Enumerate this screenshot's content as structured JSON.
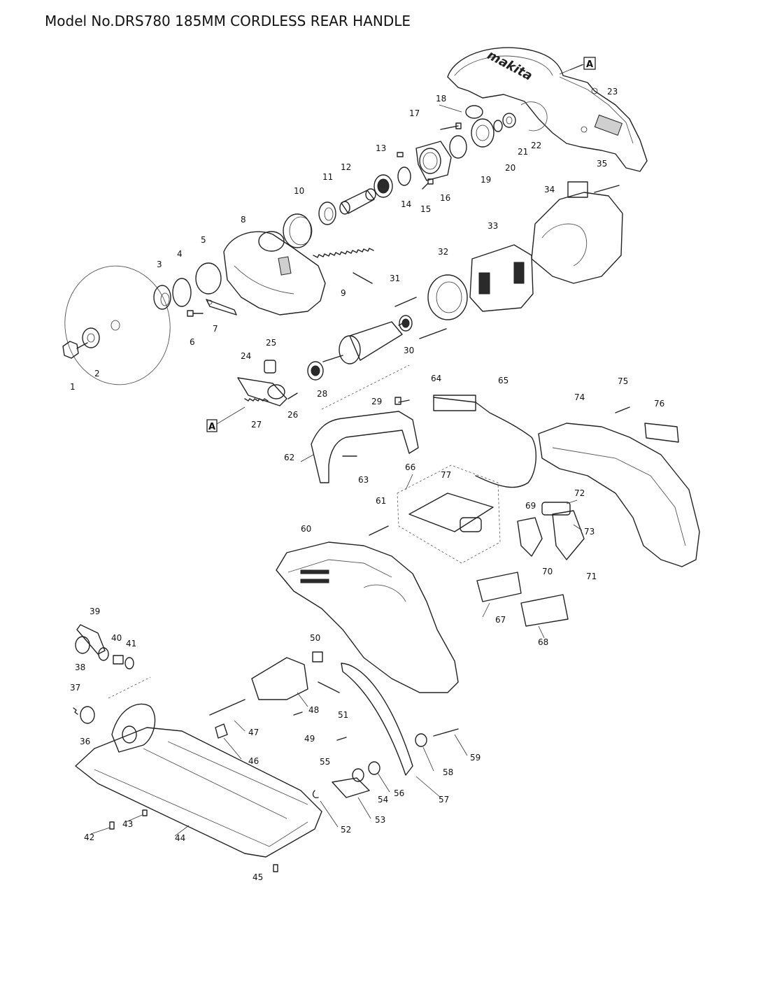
{
  "title": "Model No.DRS780 185MM CORDLESS REAR HANDLE",
  "brand_logo_text": "makita",
  "section_marker": "A",
  "part_numbers": [
    "1",
    "2",
    "3",
    "4",
    "5",
    "6",
    "7",
    "8",
    "9",
    "10",
    "11",
    "12",
    "13",
    "14",
    "15",
    "16",
    "17",
    "18",
    "19",
    "20",
    "21",
    "22",
    "23",
    "24",
    "25",
    "26",
    "27",
    "28",
    "29",
    "30",
    "31",
    "32",
    "33",
    "34",
    "35",
    "36",
    "37",
    "38",
    "39",
    "40",
    "41",
    "42",
    "43",
    "44",
    "45",
    "46",
    "47",
    "48",
    "49",
    "50",
    "51",
    "52",
    "53",
    "54",
    "55",
    "56",
    "57",
    "58",
    "59",
    "60",
    "61",
    "62",
    "63",
    "64",
    "65",
    "66",
    "67",
    "68",
    "69",
    "70",
    "71",
    "72",
    "73",
    "74",
    "75",
    "76",
    "77"
  ]
}
